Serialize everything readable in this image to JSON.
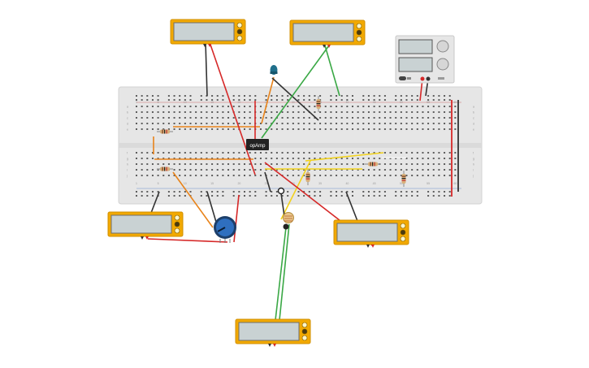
{
  "canvas": {
    "background": "#ffffff"
  },
  "breadboard": {
    "color": "#e6e6e6",
    "column_numbers": [
      "1",
      "5",
      "10",
      "15",
      "20",
      "25",
      "30",
      "35",
      "40",
      "45",
      "50",
      "55",
      "60"
    ],
    "row_letters_top": [
      "a",
      "b",
      "c",
      "d",
      "e"
    ],
    "row_letters_bottom": [
      "f",
      "g",
      "h",
      "i",
      "j"
    ]
  },
  "chip": {
    "label": "opAmp",
    "color": "#222222"
  },
  "multimeters": [
    {
      "id": "top-left"
    },
    {
      "id": "top-center"
    },
    {
      "id": "left"
    },
    {
      "id": "right"
    },
    {
      "id": "bottom"
    }
  ],
  "power_supply": {
    "id": "dc-supply"
  },
  "colors": {
    "meter_body": "#f2a900",
    "meter_screen": "#c9d2d3",
    "wire_red": "#d62828",
    "wire_black": "#333333",
    "wire_orange": "#e8831a",
    "wire_green": "#3aa845",
    "wire_yellow": "#f2d21b",
    "led_blue": "#1f6f8b",
    "pot_blue": "#2f6fbf"
  },
  "icons": [
    "multimeter-icon",
    "potentiometer-icon",
    "led-icon",
    "photoresistor-icon",
    "resistor-icon",
    "power-supply-icon"
  ]
}
